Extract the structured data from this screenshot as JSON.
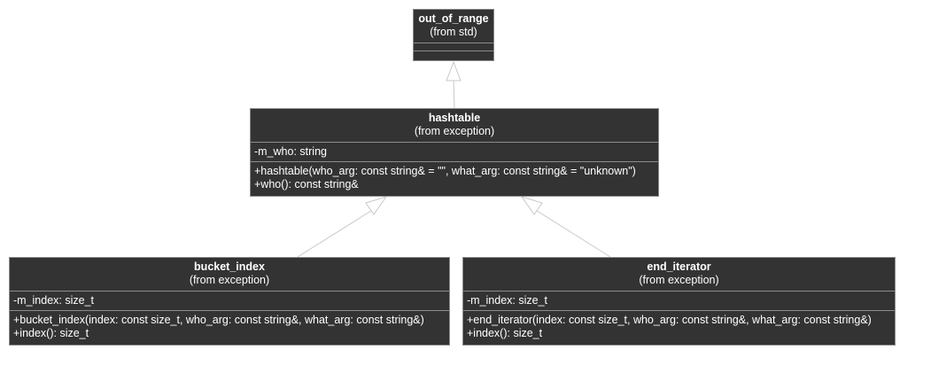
{
  "colors": {
    "class_fill": "#333333",
    "class_border": "#8c8c8c",
    "text": "#ffffff",
    "edge": "#c8c8c8"
  },
  "classes": {
    "out_of_range": {
      "name": "out_of_range",
      "package": "(from std)",
      "attributes": [],
      "operations": []
    },
    "hashtable": {
      "name": "hashtable",
      "package": "(from exception)",
      "attributes": [
        "-m_who: string"
      ],
      "operations": [
        "+hashtable(who_arg: const string& = \"\", what_arg: const string& = \"unknown\")",
        "+who(): const string&"
      ]
    },
    "bucket_index": {
      "name": "bucket_index",
      "package": "(from exception)",
      "attributes": [
        "-m_index: size_t"
      ],
      "operations": [
        "+bucket_index(index: const size_t, who_arg: const string&, what_arg: const string&)",
        "+index(): size_t"
      ]
    },
    "end_iterator": {
      "name": "end_iterator",
      "package": "(from exception)",
      "attributes": [
        "-m_index: size_t"
      ],
      "operations": [
        "+end_iterator(index: const size_t, who_arg: const string&, what_arg: const string&)",
        "+index(): size_t"
      ]
    }
  },
  "relations": [
    {
      "type": "generalization",
      "from": "hashtable",
      "to": "out_of_range"
    },
    {
      "type": "generalization",
      "from": "bucket_index",
      "to": "hashtable"
    },
    {
      "type": "generalization",
      "from": "end_iterator",
      "to": "hashtable"
    }
  ]
}
